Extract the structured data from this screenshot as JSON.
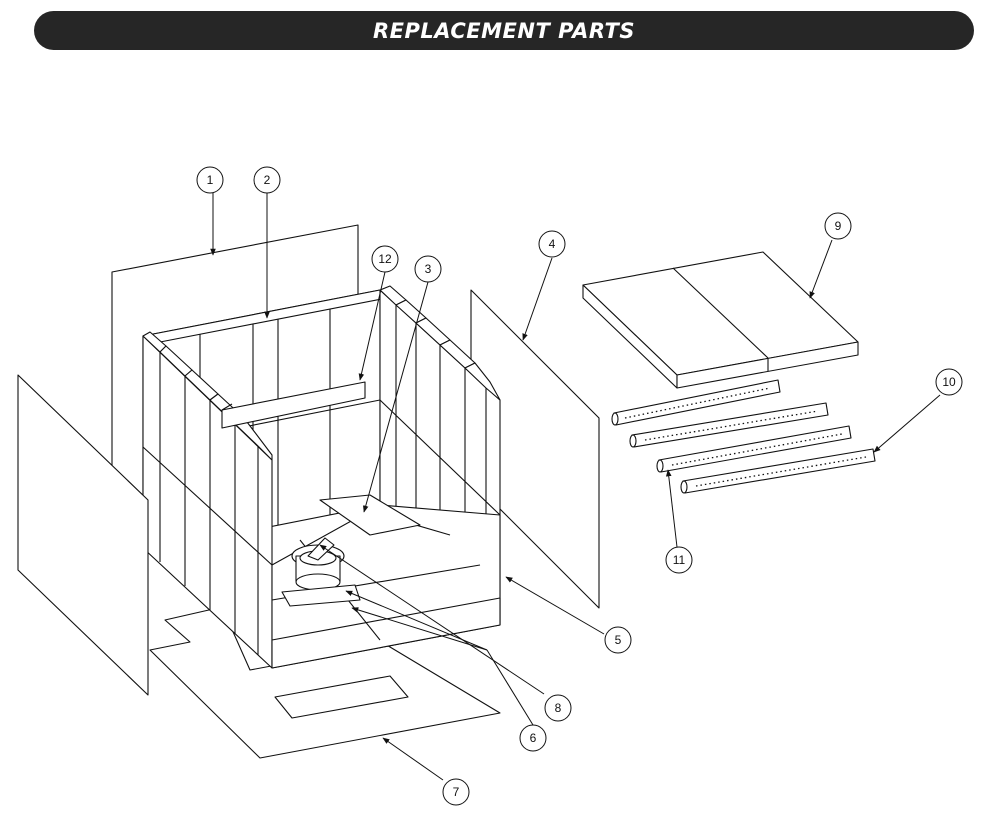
{
  "header": {
    "title": "REPLACEMENT PARTS"
  },
  "callouts": [
    {
      "id": "1",
      "label": "1"
    },
    {
      "id": "2",
      "label": "2"
    },
    {
      "id": "3",
      "label": "3"
    },
    {
      "id": "4",
      "label": "4"
    },
    {
      "id": "5",
      "label": "5"
    },
    {
      "id": "6",
      "label": "6"
    },
    {
      "id": "7",
      "label": "7"
    },
    {
      "id": "8",
      "label": "8"
    },
    {
      "id": "9",
      "label": "9"
    },
    {
      "id": "10",
      "label": "10"
    },
    {
      "id": "11",
      "label": "11"
    },
    {
      "id": "12",
      "label": "12"
    }
  ]
}
